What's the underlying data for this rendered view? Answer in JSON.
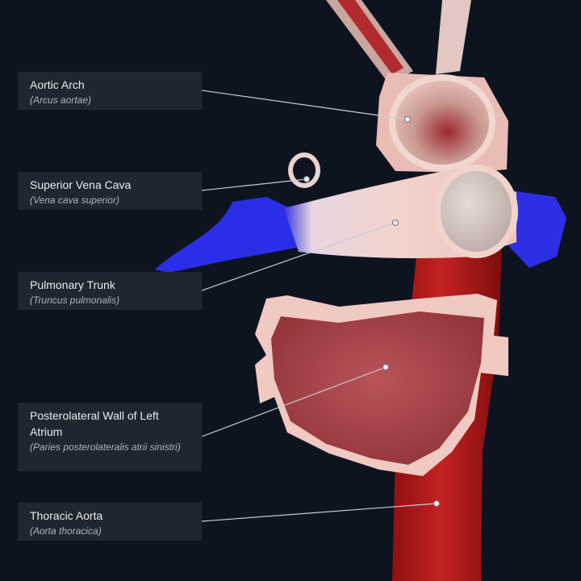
{
  "labels": [
    {
      "name": "Aortic Arch",
      "latin": "(Arcus aortae)"
    },
    {
      "name": "Superior Vena Cava",
      "latin": "(Vena cava superior)"
    },
    {
      "name": "Pulmonary Trunk",
      "latin": "(Truncus pulmonalis)"
    },
    {
      "name": "Posterolateral Wall of Left Atrium",
      "latin": "(Paries posterolateralis atrii sinistri)"
    },
    {
      "name": "Thoracic Aorta",
      "latin": "(Aorta thoracica)"
    }
  ],
  "colors": {
    "background": "#0d1420",
    "label_bg": "#1f2630",
    "artery_red": "#b31b1b",
    "vein_blue": "#2a2ee6",
    "tissue_pink": "#f0c9c2",
    "atrium_inner": "#a8454b",
    "leader_line": "#c9ced4"
  }
}
